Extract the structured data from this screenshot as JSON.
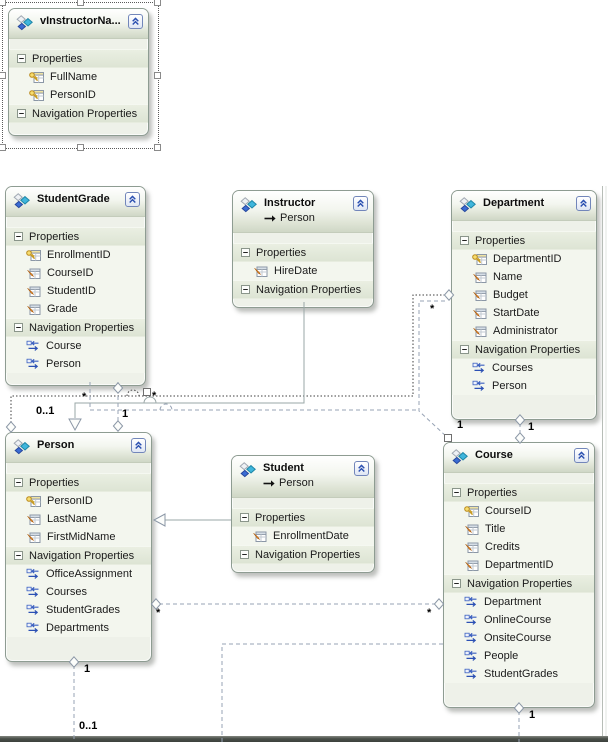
{
  "section_labels": {
    "properties": "Properties",
    "navigation": "Navigation Properties"
  },
  "multiplicity": {
    "zero_or_one": "0..1",
    "one": "1",
    "many": "*"
  },
  "entities": [
    {
      "title": "vInstructorNa...",
      "selected": true,
      "properties": [
        {
          "name": "FullName",
          "key": true
        },
        {
          "name": "PersonID",
          "key": true
        }
      ],
      "navigation": []
    },
    {
      "title": "StudentGrade",
      "properties": [
        {
          "name": "EnrollmentID",
          "key": true
        },
        {
          "name": "CourseID",
          "key": false
        },
        {
          "name": "StudentID",
          "key": false
        },
        {
          "name": "Grade",
          "key": false
        }
      ],
      "navigation": [
        "Course",
        "Person"
      ]
    },
    {
      "title": "Instructor",
      "base_type": "Person",
      "properties": [
        {
          "name": "HireDate",
          "key": false
        }
      ],
      "navigation": []
    },
    {
      "title": "Department",
      "properties": [
        {
          "name": "DepartmentID",
          "key": true
        },
        {
          "name": "Name",
          "key": false
        },
        {
          "name": "Budget",
          "key": false
        },
        {
          "name": "StartDate",
          "key": false
        },
        {
          "name": "Administrator",
          "key": false
        }
      ],
      "navigation": [
        "Courses",
        "Person"
      ]
    },
    {
      "title": "Person",
      "properties": [
        {
          "name": "PersonID",
          "key": true
        },
        {
          "name": "LastName",
          "key": false
        },
        {
          "name": "FirstMidName",
          "key": false
        }
      ],
      "navigation": [
        "OfficeAssignment",
        "Courses",
        "StudentGrades",
        "Departments"
      ]
    },
    {
      "title": "Student",
      "base_type": "Person",
      "properties": [
        {
          "name": "EnrollmentDate",
          "key": false
        }
      ],
      "navigation": []
    },
    {
      "title": "Course",
      "properties": [
        {
          "name": "CourseID",
          "key": true
        },
        {
          "name": "Title",
          "key": false
        },
        {
          "name": "Credits",
          "key": false
        },
        {
          "name": "DepartmentID",
          "key": false
        }
      ],
      "navigation": [
        "Department",
        "OnlineCourse",
        "OnsiteCourse",
        "People",
        "StudentGrades"
      ]
    }
  ],
  "connectors": [
    {
      "name": "department-person",
      "line": "dotted-selected",
      "multiplicities": [
        "*",
        "0..1"
      ]
    },
    {
      "name": "department-course-routed",
      "line": "dashed",
      "multiplicities": [
        "1"
      ]
    },
    {
      "name": "instructor-inherits-person",
      "line": "solid-inheritance",
      "multiplicities": []
    },
    {
      "name": "studentgrade-person",
      "line": "dashed",
      "multiplicities": [
        "*",
        "1"
      ]
    },
    {
      "name": "studentgrade-course",
      "line": "dashed",
      "multiplicities": [
        "*"
      ]
    },
    {
      "name": "department-course",
      "line": "dashed",
      "multiplicities": [
        "1"
      ]
    },
    {
      "name": "person-course",
      "line": "dashed",
      "multiplicities": [
        "*",
        "*"
      ]
    },
    {
      "name": "student-inherits-person",
      "line": "solid-inheritance",
      "multiplicities": []
    },
    {
      "name": "person-officeassignment",
      "line": "dashed",
      "multiplicities": [
        "1",
        "0..1"
      ]
    },
    {
      "name": "course-to-offscreen",
      "line": "dashed",
      "multiplicities": [
        "1"
      ]
    }
  ],
  "colors": {
    "canvas": "#ffffff",
    "entity_border": "#8e9c92",
    "entity_body": "#eef1e9",
    "entity_row": "#f3f6ee",
    "section_band": "#e2e8da",
    "connector": "#97a3b5",
    "selected_connector": "#3f3f3f",
    "shape_fill": "#fcfdfb",
    "key_gold": "#e5c04a",
    "scalar_orange": "#ef8c1e",
    "nav_blue": "#2f56bb",
    "chevron_blue": "#2a4fb0",
    "bottom_bar": "#4a4f4a"
  }
}
